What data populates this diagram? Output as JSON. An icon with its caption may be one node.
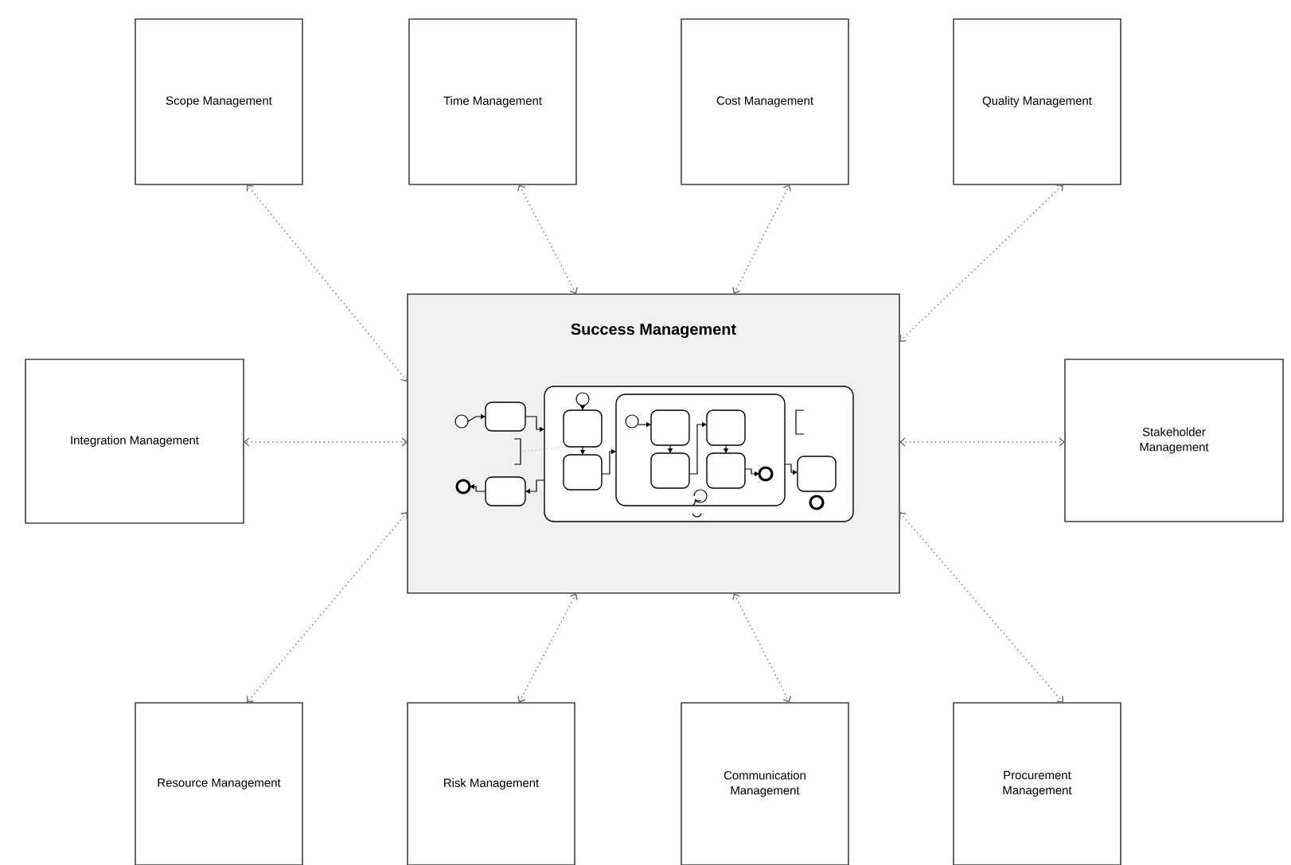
{
  "diagram": {
    "nodes": [
      {
        "text": [
          "Scope Management"
        ]
      },
      {
        "text": [
          "Time Management"
        ]
      },
      {
        "text": [
          "Cost Management"
        ]
      },
      {
        "text": [
          "Quality Management"
        ]
      },
      {
        "text": [
          "Integration Management"
        ]
      },
      {
        "text": [
          "Success Management"
        ]
      },
      {
        "text": [
          "Stakeholder Management"
        ]
      },
      {
        "text": [
          "Resource Management"
        ]
      },
      {
        "text": [
          "Risk Management"
        ]
      },
      {
        "text": [
          "Communication Management"
        ]
      },
      {
        "text": [
          "Procurement Management"
        ]
      }
    ],
    "edges": [
      {
        "from": 5,
        "to": 0,
        "arrow": "both"
      },
      {
        "from": 5,
        "to": 1,
        "arrow": "both"
      },
      {
        "from": 5,
        "to": 2,
        "arrow": "both"
      },
      {
        "from": 5,
        "to": 3,
        "arrow": "both"
      },
      {
        "from": 5,
        "to": 4,
        "arrow": "both"
      },
      {
        "from": 5,
        "to": 6,
        "arrow": "both"
      },
      {
        "from": 5,
        "to": 7,
        "arrow": "both"
      },
      {
        "from": 5,
        "to": 8,
        "arrow": "both"
      },
      {
        "from": 5,
        "to": 9,
        "arrow": "both"
      },
      {
        "from": 5,
        "to": 10,
        "arrow": "both"
      }
    ]
  }
}
